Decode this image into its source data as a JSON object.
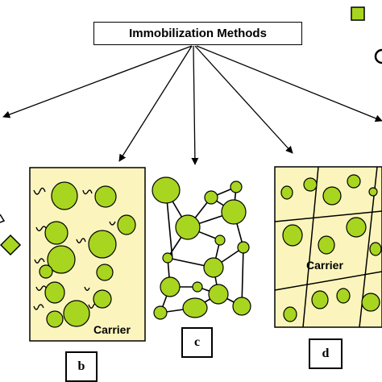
{
  "header": {
    "title": "Immobilization Methods"
  },
  "panels": {
    "b": {
      "label": "b",
      "carrier_text": "Carrier"
    },
    "c": {
      "label": "c"
    },
    "d": {
      "label": "d",
      "carrier_text": "Carrier"
    }
  },
  "colors": {
    "cell_fill": "#a8d520",
    "carrier_fill": "#fbf5bd",
    "stroke": "#000000"
  },
  "icons": [
    "green-square-icon",
    "green-diamond-icon",
    "cell-icon"
  ]
}
